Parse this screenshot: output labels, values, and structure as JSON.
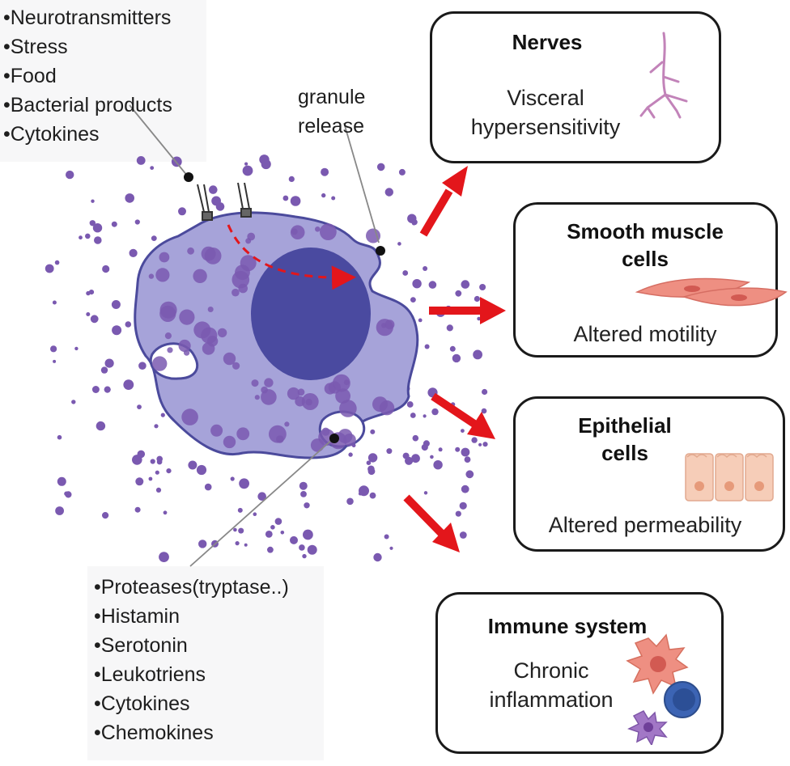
{
  "triggers": [
    "•Neurotransmitters",
    "•Stress",
    "•Food",
    "•Bacterial products",
    "•Cytokines"
  ],
  "granule_label": [
    "granule",
    "release"
  ],
  "mediators": [
    "•Proteases(tryptase..)",
    "•Histamin",
    "•Serotonin",
    "•Leukotriens",
    "•Cytokines",
    "•Chemokines"
  ],
  "boxes": {
    "nerves": {
      "title": "Nerves",
      "desc": [
        "Visceral",
        "hypersensitivity"
      ]
    },
    "smooth_muscle": {
      "title": [
        "Smooth muscle",
        "cells"
      ],
      "desc": "Altered motility"
    },
    "epithelial": {
      "title": [
        "Epithelial",
        "cells"
      ],
      "desc": "Altered permeability"
    },
    "immune": {
      "title": "Immune system",
      "desc": [
        "Chronic",
        "inflammation"
      ]
    }
  },
  "colors": {
    "cell_fill": "#a6a3d9",
    "cell_outline": "#4b4a9c",
    "nucleus": "#4a4aa0",
    "granule": "#7a59b0",
    "arrow": "#e3161b",
    "muscle": "#ee8f82",
    "epithelium": "#f6cdb8",
    "nerve": "#c283b9"
  }
}
